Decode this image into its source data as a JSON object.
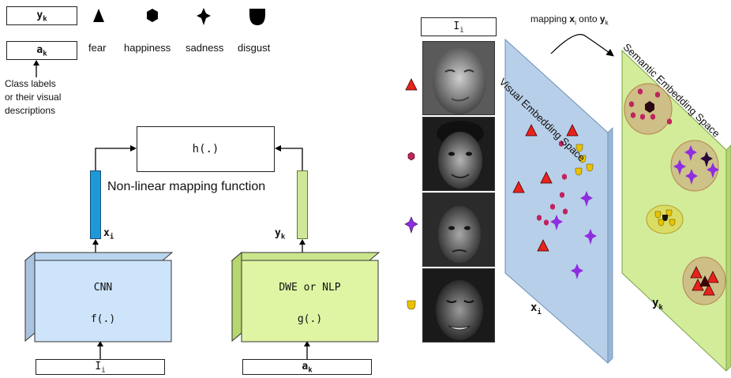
{
  "legend": {
    "y_symbol": "y",
    "y_sub": "k",
    "a_symbol": "a",
    "a_sub": "k",
    "class_note": [
      "Class labels",
      "or their visual",
      "descriptions"
    ],
    "emotions": [
      "fear",
      "happiness",
      "sadness",
      "disgust"
    ]
  },
  "mapping_box": {
    "label": "h(.)"
  },
  "mapping_caption": "Non-linear mapping function",
  "x_label": {
    "main": "x",
    "sub": "i"
  },
  "y_label": {
    "main": "y",
    "sub": "k"
  },
  "cnn_box": {
    "title": "CNN",
    "func": "f(.)"
  },
  "dwe_box": {
    "title": "DWE or NLP",
    "func": "g(.)"
  },
  "input_image": {
    "main": "I",
    "sub": "i"
  },
  "input_attr": {
    "main": "a",
    "sub": "k"
  },
  "right_panel": {
    "image_header": {
      "main": "I",
      "sub": "i"
    },
    "mapping_note": {
      "prefix": "mapping ",
      "x": "x",
      "x_sub": "i",
      "mid": " onto ",
      "y": "y",
      "y_sub": "k"
    },
    "visual_space": "Visual Embedding Space",
    "semantic_space": "Semantic Embedding Space",
    "visual_x": {
      "main": "x",
      "sub": "i"
    },
    "semantic_y": {
      "main": "y",
      "sub": "k"
    }
  },
  "colors": {
    "cnn_fill": "#cde4fa",
    "dwe_fill": "#e0f5a4",
    "visual_plane": "#b8cfe9",
    "semantic_plane": "#d2ec9a",
    "fear": "#e8231c",
    "happiness": "#c0245e",
    "sadness": "#8f2de0",
    "disgust": "#e9c200"
  }
}
